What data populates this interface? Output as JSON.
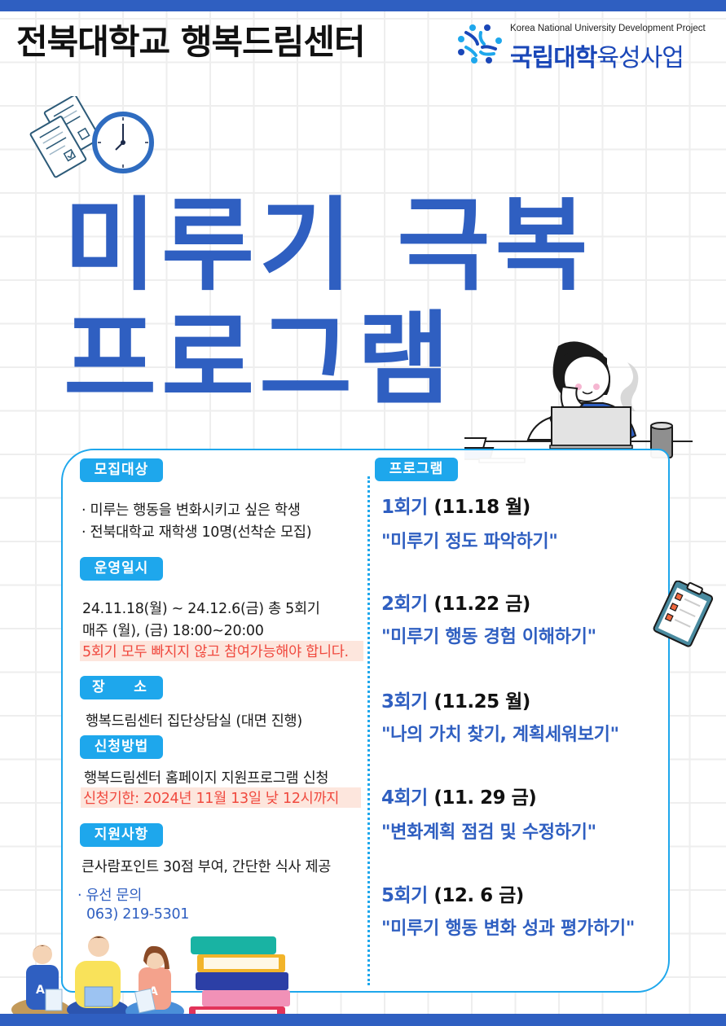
{
  "header": {
    "title": "전북대학교 행복드림센터",
    "logo": {
      "subtitle": "Korea National University Development Project",
      "main_bold": "국립대학",
      "main_regular": "육성사업"
    }
  },
  "hero": {
    "title_line1": "미루기 극복",
    "title_line2": "프로그램"
  },
  "left_column": {
    "recruit": {
      "badge": "모집대상",
      "lines": [
        "· 미루는 행동을 변화시키고 싶은 학생",
        "· 전북대학교 재학생 10명(선착순 모집)"
      ]
    },
    "schedule": {
      "badge": "운영일시",
      "lines": [
        "24.11.18(월) ~ 24.12.6(금) 총 5회기",
        "매주 (월), (금) 18:00~20:00"
      ],
      "notice": "5회기 모두 빠지지 않고 참여가능해야 합니다."
    },
    "location": {
      "badge": "장     소",
      "text": "행복드림센터 집단상담실 (대면 진행)"
    },
    "apply": {
      "badge": "신청방법",
      "text": "행복드림센터 홈페이지 지원프로그램 신청",
      "deadline": "신청기한: 2024년 11월 13일 낮 12시까지"
    },
    "support": {
      "badge": "지원사항",
      "text": "큰사람포인트 30점 부여, 간단한 식사 제공"
    },
    "contact": {
      "label": "· 유선 문의",
      "phone": "063) 219-5301"
    }
  },
  "program": {
    "badge": "프로그램",
    "sessions": [
      {
        "num": "1회기",
        "date": "(11.18 월)",
        "title": "\"미루기 정도 파악하기\""
      },
      {
        "num": "2회기",
        "date": "(11.22 금)",
        "title": "\"미루기 행동 경험 이해하기\""
      },
      {
        "num": "3회기",
        "date": "(11.25 월)",
        "title": "\"나의 가치 찾기, 계획세워보기\""
      },
      {
        "num": "4회기",
        "date": "(11. 29 금)",
        "title": "\"변화계획 점검 및 수정하기\""
      },
      {
        "num": "5회기",
        "date": "(12. 6 금)",
        "title": "\"미루기 행동 변화 성과 평가하기\""
      }
    ]
  },
  "colors": {
    "brand_blue": "#2f5fc1",
    "badge_blue": "#1ea7ec",
    "notice_red": "#f0493e",
    "notice_bg": "#fde6dd"
  }
}
